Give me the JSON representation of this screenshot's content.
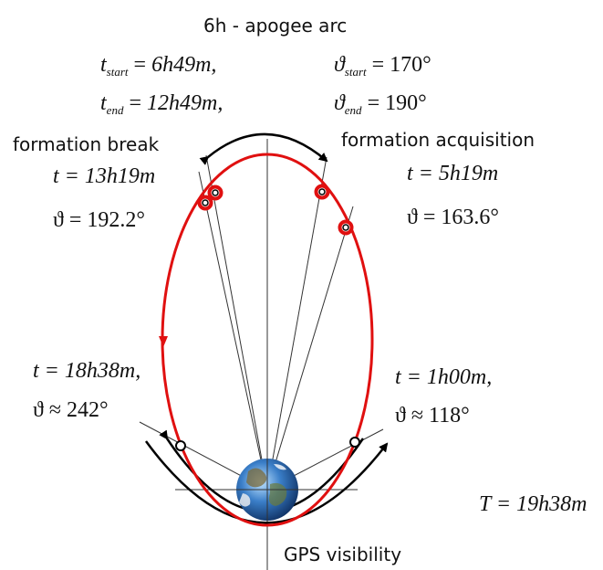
{
  "title": "6h - apogee arc",
  "arc": {
    "t_start_sym": "t",
    "t_start_sub": "start",
    "t_start_val": "6h49m,",
    "t_end_sym": "t",
    "t_end_sub": "end",
    "t_end_val": "12h49m,",
    "theta_start_sym": "ϑ",
    "theta_start_sub": "start",
    "theta_start_val": "170°",
    "theta_end_sym": "ϑ",
    "theta_end_sub": "end",
    "theta_end_val": "190°"
  },
  "formation_break": {
    "label": "formation break",
    "t": "t = 13h19m",
    "theta": "ϑ = 192.2°"
  },
  "formation_acquisition": {
    "label": "formation acquisition",
    "t": "t = 5h19m",
    "theta": "ϑ = 163.6°"
  },
  "gps_left": {
    "t": "t = 18h38m,",
    "theta": "ϑ ≈ 242°"
  },
  "gps_right": {
    "t": "t = 1h00m,",
    "theta": "ϑ ≈ 118°"
  },
  "period": "T = 19h38m",
  "gps_label": "GPS visibility",
  "colors": {
    "orbit": "#e01010",
    "lines": "#333333",
    "arrows": "#000000"
  },
  "icons": [
    "earth-icon",
    "orbit-direction-arrow-icon"
  ]
}
